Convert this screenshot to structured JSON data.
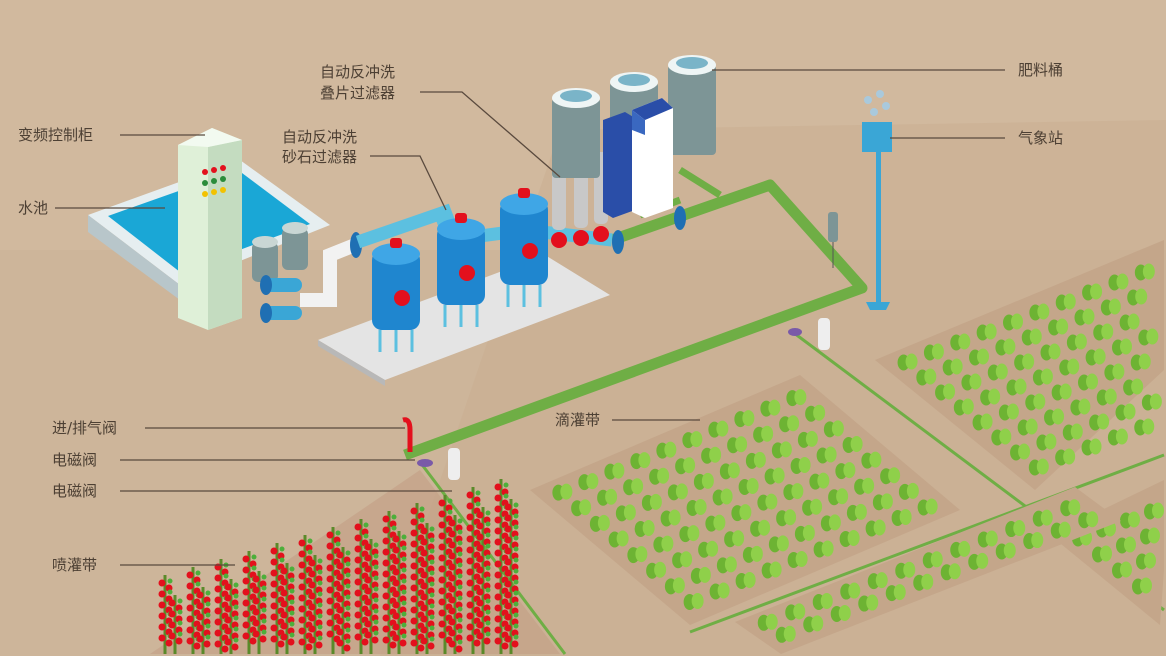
{
  "labels": {
    "fertilizer_tank": "肥料桶",
    "disc_filter_line1": "自动反冲洗",
    "disc_filter_line2": "叠片过滤器",
    "sand_filter_line1": "自动反冲洗",
    "sand_filter_line2": "砂石过滤器",
    "vfd_cabinet": "变频控制柜",
    "pool": "水池",
    "weather_station": "气象站",
    "drip_tape": "滴灌带",
    "air_valve": "进/排气阀",
    "solenoid_valve_1": "电磁阀",
    "solenoid_valve_2": "电磁阀",
    "spray_tape": "喷灌带"
  },
  "colors": {
    "background": "#cdb59a",
    "pipe_green": "#6fae45",
    "tank_blue": "#1f86cf",
    "valve_red": "#e3101d",
    "plant_green": "#7cc23d",
    "label_text": "#4d4034"
  }
}
